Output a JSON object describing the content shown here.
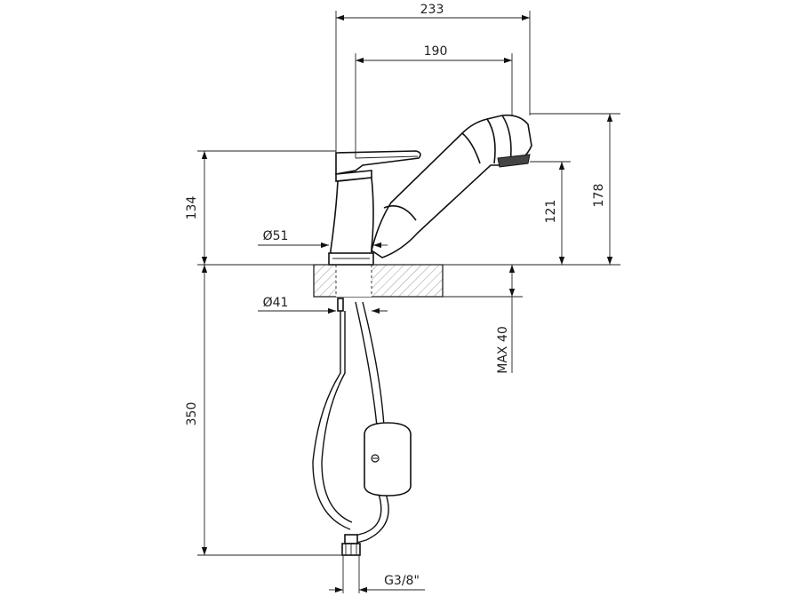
{
  "dimensions": {
    "width_overall": "233",
    "width_spout": "190",
    "height_lever": "134",
    "height_spout_top": "178",
    "height_spout_outlet": "121",
    "base_diameter": "Ø51",
    "hole_diameter": "Ø41",
    "max_counter_thickness": "MAX 40",
    "hose_length": "350",
    "connection_thread": "G3/8\""
  },
  "colors": {
    "line": "#111111",
    "hatch": "#999999",
    "background": "#ffffff"
  }
}
